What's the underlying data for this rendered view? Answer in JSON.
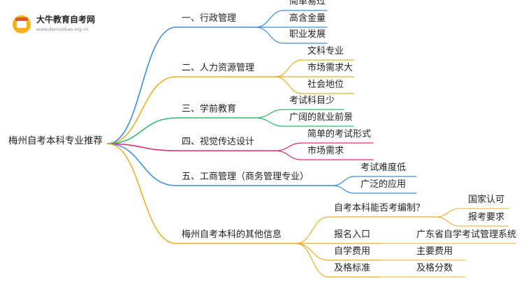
{
  "logo": {
    "name": "大牛教育自考网",
    "url": "www.daniuzikao.org.cn"
  },
  "root": "梅州自考本科专业推荐",
  "branches": [
    {
      "label": "一、行政管理",
      "color": "#3b8ce8",
      "children": [
        "简单易过",
        "高含金量",
        "职业发展"
      ]
    },
    {
      "label": "二、人力资源管理",
      "color": "#f0ad1f",
      "children": [
        "文科专业",
        "市场需求大",
        "社会地位"
      ]
    },
    {
      "label": "三、学前教育",
      "color": "#2cbf6a",
      "children": [
        "考试科目少",
        "广阔的就业前景"
      ]
    },
    {
      "label": "四、视觉传达设计",
      "color": "#e8247a",
      "children": [
        "简单的考试形式",
        "市场需求"
      ]
    },
    {
      "label": "五、工商管理（商务管理专业）",
      "color": "#3b8ce8",
      "children": [
        "考试难度低",
        "广泛的应用"
      ]
    },
    {
      "label": "梅州自考本科的其他信息",
      "color": "#f0ad1f",
      "children": [
        {
          "label": "自考本科能否考编制？",
          "children": [
            "国家认可",
            "报考要求"
          ]
        },
        {
          "label": "报名入口",
          "children": [
            "广东省自学考试管理系统"
          ]
        },
        {
          "label": "自学费用",
          "children": [
            "主要费用"
          ]
        },
        {
          "label": "及格标准",
          "children": [
            "及格分数"
          ]
        }
      ]
    }
  ]
}
